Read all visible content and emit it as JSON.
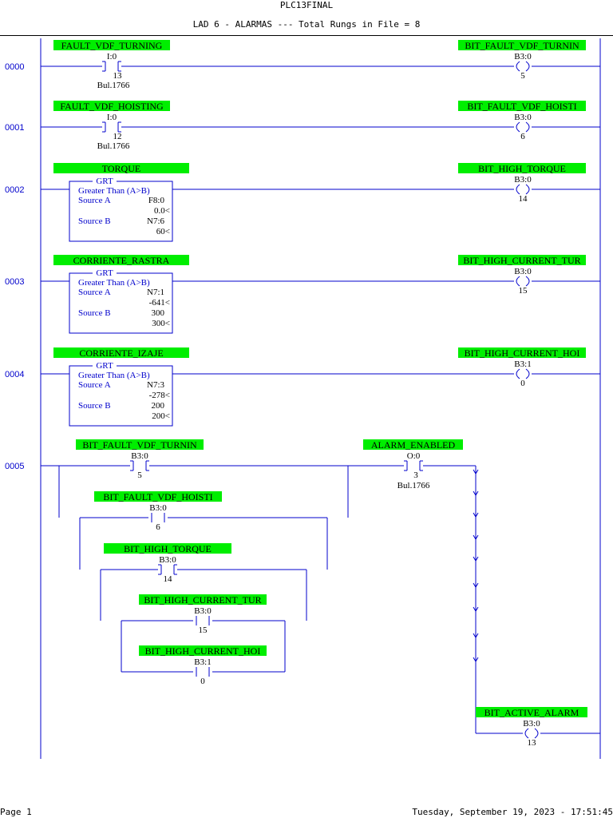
{
  "header": {
    "title": "PLC13FINAL",
    "subtitle": "LAD 6 - ALARMAS --- Total Rungs in File = 8"
  },
  "footer": {
    "page": "Page 1",
    "date": "Tuesday, September 19, 2023 - 17:51:45"
  },
  "colors": {
    "wire": "#0000cc",
    "tag_bg": "#00ee00",
    "text": "#000000"
  },
  "rungs": [
    {
      "number": "0000",
      "input": {
        "kind": "xic",
        "tag": "FAULT_VDF_TURNING",
        "address": "I:0",
        "bit": "13",
        "comment": "Bul.1766"
      },
      "output": {
        "kind": "ote",
        "tag": "BIT_FAULT_VDF_TURNIN",
        "address": "B3:0",
        "bit": "5"
      }
    },
    {
      "number": "0001",
      "input": {
        "kind": "xic",
        "tag": "FAULT_VDF_HOISTING",
        "address": "I:0",
        "bit": "12",
        "comment": "Bul.1766"
      },
      "output": {
        "kind": "ote",
        "tag": "BIT_FAULT_VDF_HOISTI",
        "address": "B3:0",
        "bit": "6"
      }
    },
    {
      "number": "0002",
      "input": {
        "kind": "grt",
        "tag": "TORQUE",
        "block": "GRT",
        "desc": "Greater Than (A>B)",
        "a_label": "Source A",
        "a_addr": "F8:0",
        "a_val": "0.0<",
        "b_label": "Source B",
        "b_addr": "N7:6",
        "b_val": "60<"
      },
      "output": {
        "kind": "ote",
        "tag": "BIT_HIGH_TORQUE",
        "address": "B3:0",
        "bit": "14"
      }
    },
    {
      "number": "0003",
      "input": {
        "kind": "grt",
        "tag": "CORRIENTE_RASTRA",
        "block": "GRT",
        "desc": "Greater Than (A>B)",
        "a_label": "Source A",
        "a_addr": "N7:1",
        "a_val": "-641<",
        "b_label": "Source B",
        "b_addr": "300",
        "b_val": "300<"
      },
      "output": {
        "kind": "ote",
        "tag": "BIT_HIGH_CURRENT_TUR",
        "address": "B3:0",
        "bit": "15"
      }
    },
    {
      "number": "0004",
      "input": {
        "kind": "grt",
        "tag": "CORRIENTE_IZAJE",
        "block": "GRT",
        "desc": "Greater Than (A>B)",
        "a_label": "Source A",
        "a_addr": "N7:3",
        "a_val": "-278<",
        "b_label": "Source B",
        "b_addr": "200",
        "b_val": "200<"
      },
      "output": {
        "kind": "ote",
        "tag": "BIT_HIGH_CURRENT_HOI",
        "address": "B3:1",
        "bit": "0"
      }
    },
    {
      "number": "0005",
      "branches": [
        {
          "tag": "BIT_FAULT_VDF_TURNIN",
          "address": "B3:0",
          "bit": "5",
          "kind": "xic"
        },
        {
          "tag": "BIT_FAULT_VDF_HOISTI",
          "address": "B3:0",
          "bit": "6",
          "kind": "xio"
        },
        {
          "tag": "BIT_HIGH_TORQUE",
          "address": "B3:0",
          "bit": "14",
          "kind": "xic"
        },
        {
          "tag": "BIT_HIGH_CURRENT_TUR",
          "address": "B3:0",
          "bit": "15",
          "kind": "xio"
        },
        {
          "tag": "BIT_HIGH_CURRENT_HOI",
          "address": "B3:1",
          "bit": "0",
          "kind": "xio"
        }
      ],
      "series": {
        "kind": "xic",
        "tag": "ALARM_ENABLED",
        "address": "O:0",
        "bit": "3",
        "comment": "Bul.1766"
      },
      "output": {
        "kind": "ote",
        "tag": "BIT_ACTIVE_ALARM",
        "address": "B3:0",
        "bit": "13"
      }
    }
  ]
}
